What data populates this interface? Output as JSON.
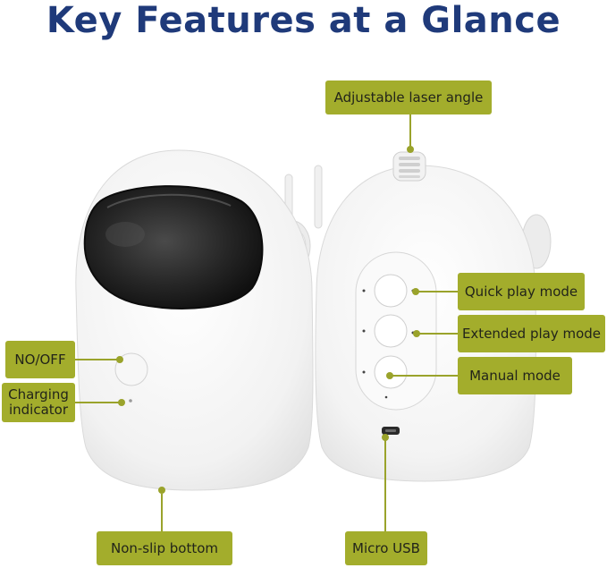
{
  "page": {
    "title": "Key Features at a Glance"
  },
  "colors": {
    "title": "#1f3a7a",
    "label_bg": "#a3ad2c",
    "connector": "#9aa32b",
    "device_body": "#f4f4f4",
    "visor": "#1c1c1c"
  },
  "labels": {
    "laser_angle": "Adjustable laser angle",
    "power": "NO/OFF",
    "charging": "Charging indicator",
    "quick_play": "Quick play mode",
    "extended_play": "Extended play mode",
    "manual": "Manual mode",
    "non_slip": "Non-slip bottom",
    "micro_usb": "Micro USB"
  }
}
